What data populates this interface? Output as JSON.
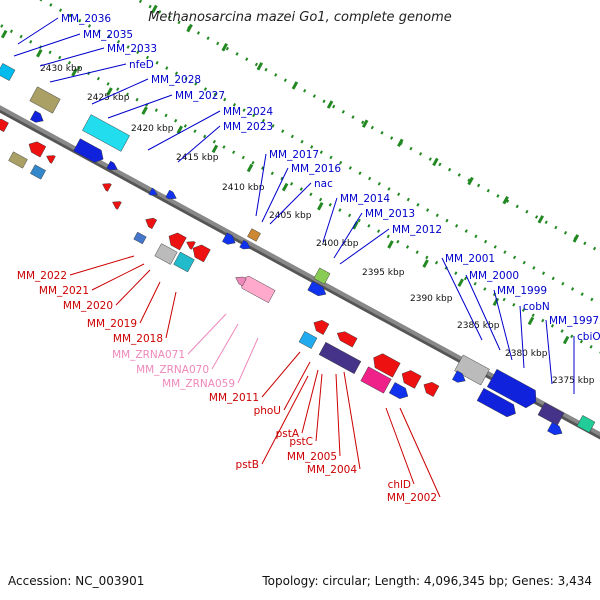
{
  "title": "Methanosarcina mazei Go1, complete genome",
  "footer": {
    "accession": "Accession: NC_003901",
    "summary": "Topology: circular; Length: 4,096,345 bp; Genes: 3,434"
  },
  "colors": {
    "forward_label": "#0000cc",
    "reverse_label": "#cc0000",
    "rna_label": "#ee88bb",
    "backbone": "#888888",
    "tick": "#228822"
  },
  "tick_labels": [
    "2430 kbp",
    "2425 kbp",
    "2420 kbp",
    "2415 kbp",
    "2410 kbp",
    "2405 kbp",
    "2400 kbp",
    "2395 kbp",
    "2390 kbp",
    "2385 kbp",
    "2380 kbp",
    "2375 kbp"
  ],
  "forward_genes": [
    "MM_2036",
    "MM_2035",
    "MM_2033",
    "nfeD",
    "MM_2028",
    "MM_2027",
    "MM_2024",
    "MM_2023",
    "MM_2017",
    "MM_2016",
    "nac",
    "MM_2014",
    "MM_2013",
    "MM_2012",
    "MM_2001",
    "MM_2000",
    "MM_1999",
    "cobN",
    "MM_1997",
    "cbiO"
  ],
  "reverse_genes": [
    "MM_2022",
    "MM_2021",
    "MM_2020",
    "MM_2019",
    "MM_2018",
    "MM_2011",
    "phoU",
    "pstA",
    "pstB",
    "pstC",
    "MM_2005",
    "MM_2004",
    "chlD",
    "MM_2002"
  ],
  "rna_genes": [
    "MM_ZRNA071",
    "MM_ZRNA070",
    "MM_ZRNA059"
  ]
}
